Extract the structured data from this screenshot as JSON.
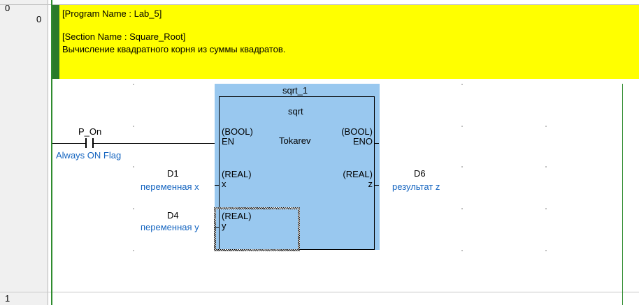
{
  "gutter": {
    "rung0_row": "0",
    "rung0_step": "0",
    "rung1_row": "1"
  },
  "comment": {
    "program_line": "[Program Name : Lab_5]",
    "section_line": "[Section Name : Square_Root]",
    "description_line": "Вычисление квадратного корня из суммы квадратов."
  },
  "contact": {
    "device": "P_On",
    "comment": "Always ON Flag"
  },
  "function_block": {
    "instance": "sqrt_1",
    "type": "sqrt",
    "author": "Tokarev",
    "inputs": [
      {
        "type": "(BOOL)",
        "name": "EN"
      },
      {
        "type": "(REAL)",
        "name": "x"
      },
      {
        "type": "(REAL)",
        "name": "y"
      }
    ],
    "outputs": [
      {
        "type": "(BOOL)",
        "name": "ENO"
      },
      {
        "type": "(REAL)",
        "name": "z"
      }
    ]
  },
  "operands": {
    "x": {
      "device": "D1",
      "comment": "переменная x"
    },
    "y": {
      "device": "D4",
      "comment": "переменная y"
    },
    "z": {
      "device": "D6",
      "comment": "результат z"
    }
  },
  "colors": {
    "comment_bg": "#ffff00",
    "comment_bar": "#2a7a2a",
    "fb_fill": "#99c8ef",
    "device_comment": "#1565c0",
    "rail": "#2e8b2e"
  }
}
